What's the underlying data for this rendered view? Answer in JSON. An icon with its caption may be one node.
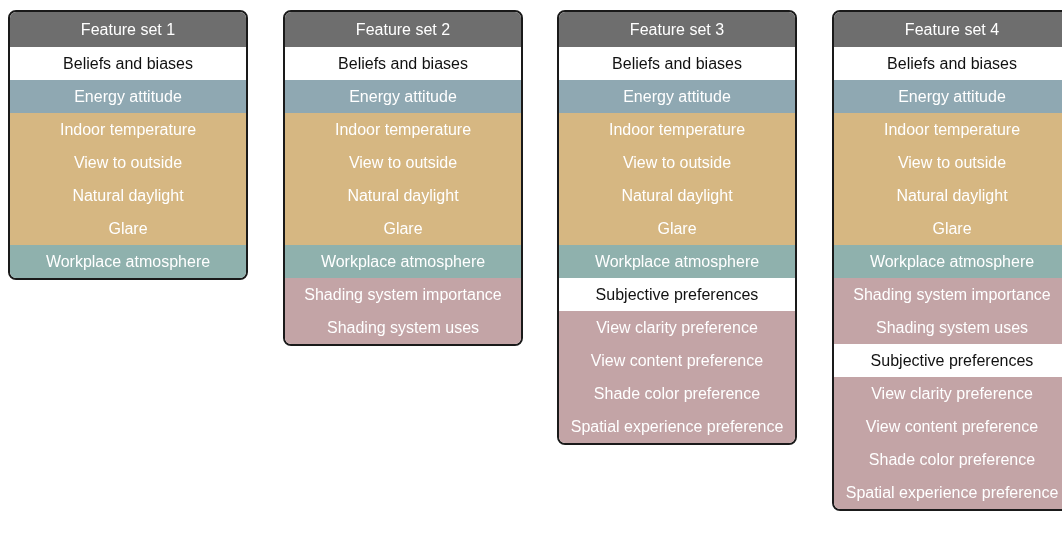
{
  "diagram": {
    "nodes": [
      {
        "text": [
          "Feature set 1"
        ]
      },
      {
        "text": [
          "Beliefs and biases"
        ],
        "in": 0
      },
      {
        "text": [
          "Energy attitude"
        ],
        "in": 0
      },
      {
        "text": [
          "Indoor temperature"
        ],
        "in": 0
      },
      {
        "text": [
          "View to outside"
        ],
        "in": 0
      },
      {
        "text": [
          "Natural daylight"
        ],
        "in": 0
      },
      {
        "text": [
          "Glare"
        ],
        "in": 0
      },
      {
        "text": [
          "Workplace atmosphere"
        ],
        "in": 0
      },
      {
        "text": [
          "Feature set 2"
        ]
      },
      {
        "text": [
          "Beliefs and biases"
        ],
        "in": 8
      },
      {
        "text": [
          "Energy attitude"
        ],
        "in": 8
      },
      {
        "text": [
          "Indoor temperature"
        ],
        "in": 8
      },
      {
        "text": [
          "View to outside"
        ],
        "in": 8
      },
      {
        "text": [
          "Natural daylight"
        ],
        "in": 8
      },
      {
        "text": [
          "Glare"
        ],
        "in": 8
      },
      {
        "text": [
          "Workplace atmosphere"
        ],
        "in": 8
      },
      {
        "text": [
          "Shading system importance"
        ],
        "in": 8
      },
      {
        "text": [
          "Shading system uses"
        ],
        "in": 8
      },
      {
        "text": [
          "Feature set 3"
        ]
      },
      {
        "text": [
          "Beliefs and biases"
        ],
        "in": 18
      },
      {
        "text": [
          "Energy attitude"
        ],
        "in": 18
      },
      {
        "text": [
          "Indoor temperature"
        ],
        "in": 18
      },
      {
        "text": [
          "View to outside"
        ],
        "in": 18
      },
      {
        "text": [
          "Natural daylight"
        ],
        "in": 18
      },
      {
        "text": [
          "Glare"
        ],
        "in": 18
      },
      {
        "text": [
          "Workplace atmosphere"
        ],
        "in": 18
      },
      {
        "text": [
          "Subjective preferences"
        ],
        "in": 18
      },
      {
        "text": [
          "View clarity preference"
        ],
        "in": 18
      },
      {
        "text": [
          "View content preference"
        ],
        "in": 18
      },
      {
        "text": [
          "Shade color preference"
        ],
        "in": 18
      },
      {
        "text": [
          "Spatial experience preference"
        ],
        "in": 18
      },
      {
        "text": [
          "Feature set 4"
        ]
      },
      {
        "text": [
          "Beliefs and biases"
        ],
        "in": 31
      },
      {
        "text": [
          "Energy attitude"
        ],
        "in": 31
      },
      {
        "text": [
          "Indoor temperature"
        ],
        "in": 31
      },
      {
        "text": [
          "View to outside"
        ],
        "in": 31
      },
      {
        "text": [
          "Natural daylight"
        ],
        "in": 31
      },
      {
        "text": [
          "Glare"
        ],
        "in": 31
      },
      {
        "text": [
          "Workplace atmosphere"
        ],
        "in": 31
      },
      {
        "text": [
          "Shading system importance"
        ],
        "in": 31
      },
      {
        "text": [
          "Shading system uses"
        ],
        "in": 31
      },
      {
        "text": [
          "Subjective preferences"
        ],
        "in": 31
      },
      {
        "text": [
          "View clarity preference"
        ],
        "in": 31
      },
      {
        "text": [
          "View content preference"
        ],
        "in": 31
      },
      {
        "text": [
          "Shade color preference"
        ],
        "in": 31
      },
      {
        "text": [
          "Spatial experience preference"
        ],
        "in": 31
      }
    ]
  }
}
